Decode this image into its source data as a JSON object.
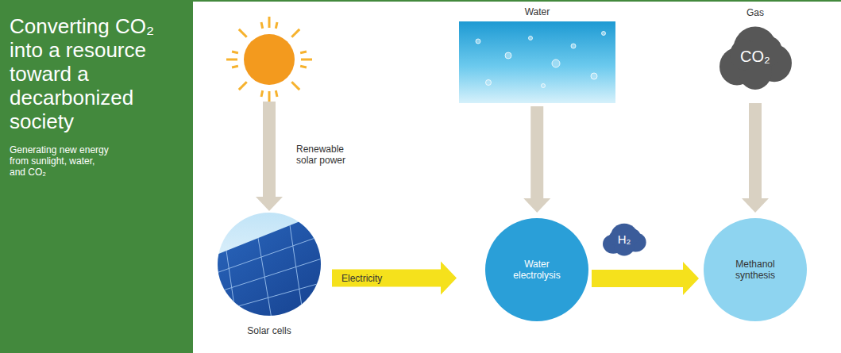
{
  "diagram": {
    "title": "Converting CO₂ into a resource toward a decarbonized society",
    "caption": "Generating new energy from sunlight, water, and CO₂",
    "nodes": [
      {
        "text": [
          "Water"
        ]
      },
      {
        "text": [
          "Gas",
          "CO₂"
        ]
      },
      {
        "text": [
          "Solar cells"
        ]
      },
      {
        "text": [
          "Water electrolysis"
        ]
      },
      {
        "text": [
          "H₂"
        ]
      },
      {
        "text": [
          "Methanol synthesis"
        ]
      }
    ],
    "edges": [
      {
        "from": 0,
        "to": 3,
        "arrow": "to"
      },
      {
        "from": 1,
        "to": 5,
        "arrow": "to"
      },
      {
        "from": 2,
        "to": 3,
        "label": "Electricity",
        "arrow": "to"
      },
      {
        "from": 3,
        "to": 5,
        "arrow": "to"
      }
    ],
    "labels": [
      "Renewable solar power"
    ]
  }
}
